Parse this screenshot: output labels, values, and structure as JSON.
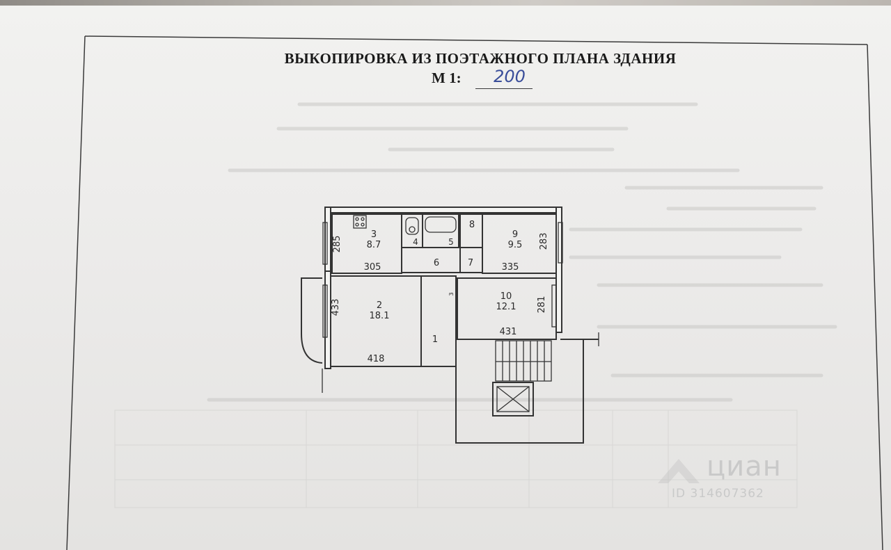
{
  "document": {
    "title": "ВЫКОПИРОВКА ИЗ ПОЭТАЖНОГО ПЛАНА ЗДАНИЯ",
    "scale_label": "М 1:",
    "scale_value": "200"
  },
  "rooms": [
    {
      "number": "3",
      "area": "8.7"
    },
    {
      "number": "9",
      "area": "9.5"
    },
    {
      "number": "2",
      "area": "18.1"
    },
    {
      "number": "10",
      "area": "12.1"
    },
    {
      "number": "4"
    },
    {
      "number": "5"
    },
    {
      "number": "6"
    },
    {
      "number": "7"
    },
    {
      "number": "8"
    },
    {
      "number": "1"
    }
  ],
  "dimensions": {
    "room3_width": "305",
    "room3_height": "285",
    "room9_width": "335",
    "room9_height": "283",
    "room2_width": "418",
    "room2_height": "433",
    "room10_width": "431",
    "room10_height": "281",
    "closet_mark": "3"
  },
  "watermark": {
    "brand": "циан",
    "id": "ID 314607362"
  }
}
